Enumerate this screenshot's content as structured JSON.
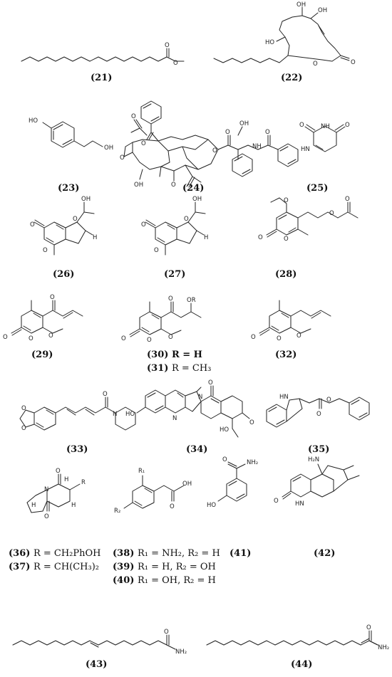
{
  "compounds": {
    "c21": "(21)",
    "c22": "(22)",
    "c23": "(23)",
    "c24": "(24)",
    "c25": "(25)",
    "c26": "(26)",
    "c27": "(27)",
    "c28": "(28)",
    "c29": "(29)",
    "c30": "(30)",
    "c30_r": "R = H",
    "c31": "(31)",
    "c31_r": "R = CH₃",
    "c32": "(32)",
    "c33": "(33)",
    "c34": "(34)",
    "c35": "(35)",
    "c36": "(36)",
    "c36_r": "R = CH₂PhOH",
    "c37": "(37)",
    "c37_r": "R = CH(CH₃)₂",
    "c38": "(38)",
    "c38_r": "R₁ = NH₂, R₂ = H",
    "c39": "(39)",
    "c39_r": "R₁ = H, R₂ = OH",
    "c40": "(40)",
    "c40_r": "R₁ = OH, R₂ = H",
    "c41": "(41)",
    "c42": "(42)",
    "c43": "(43)",
    "c44": "(44)"
  },
  "atoms": {
    "o": "O",
    "oh": "OH",
    "ho": "HO",
    "h": "H",
    "nh": "NH",
    "hn": "HN",
    "n": "N",
    "nh2": "NH₂",
    "h2n": "H₂N",
    "or": "OR",
    "r": "R",
    "r1": "R₁",
    "r2": "R₂",
    "hnh": "H"
  }
}
